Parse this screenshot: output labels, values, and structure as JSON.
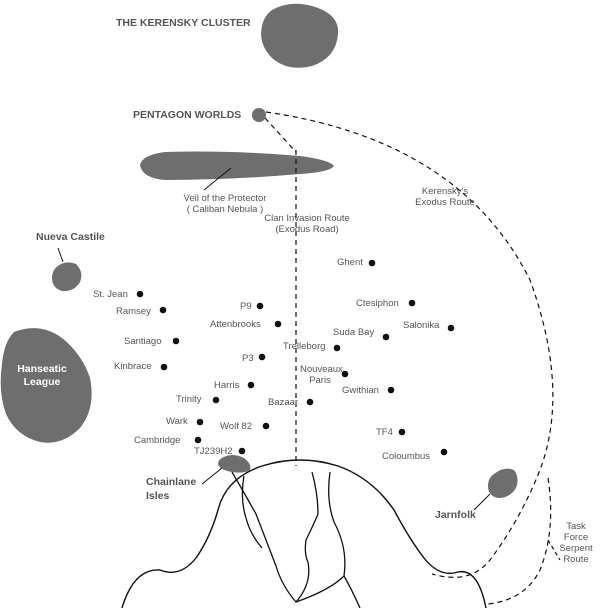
{
  "colors": {
    "region_fill": "#6e6e6e",
    "text": "#555555",
    "line": "#111111"
  },
  "labels": {
    "kerensky_cluster": "THE KERENSKY CLUSTER",
    "pentagon_worlds": "PENTAGON WORLDS",
    "veil_line1": "Veil of the Protector",
    "veil_line2": "( Caliban Nebula )",
    "clan_route_line1": "Clan Invasion Route",
    "clan_route_line2": "(Exodus Road)",
    "exodus_line1": "Kerensky's",
    "exodus_line2": "Exodus Route",
    "nueva_castile": "Nueva Castile",
    "hanseatic_line1": "Hanseatic",
    "hanseatic_line2": "League",
    "chainlane_line1": "Chainlane",
    "chainlane_line2": "Isles",
    "jarnfolk": "Jarnfolk",
    "serpent_line1": "Task",
    "serpent_line2": "Force",
    "serpent_line3": "Serpent",
    "serpent_line4": "Route"
  },
  "systems": {
    "ghent": "Ghent",
    "st_jean": "St. Jean",
    "p9": "P9",
    "ctesiphon": "Ctesiphon",
    "ramsey": "Ramsey",
    "attenbrooks": "Attenbrooks",
    "salonika": "Salonika",
    "suda_bay": "Suda Bay",
    "santiago": "Santiago",
    "trelleborg": "Trelleborg",
    "p3": "P3",
    "kinbrace": "Kinbrace",
    "nouveaux_line1": "Nouveaux",
    "nouveaux_line2": "Paris",
    "harris": "Harris",
    "gwithian": "Gwithian",
    "trinity": "Trinity",
    "bazaar": "Bazaar",
    "wark": "Wark",
    "wolf_82": "Wolf 82",
    "tf4": "TF4",
    "cambridge": "Cambridge",
    "coloumbus": "Coloumbus",
    "tj239h2": "TJ239H2"
  }
}
